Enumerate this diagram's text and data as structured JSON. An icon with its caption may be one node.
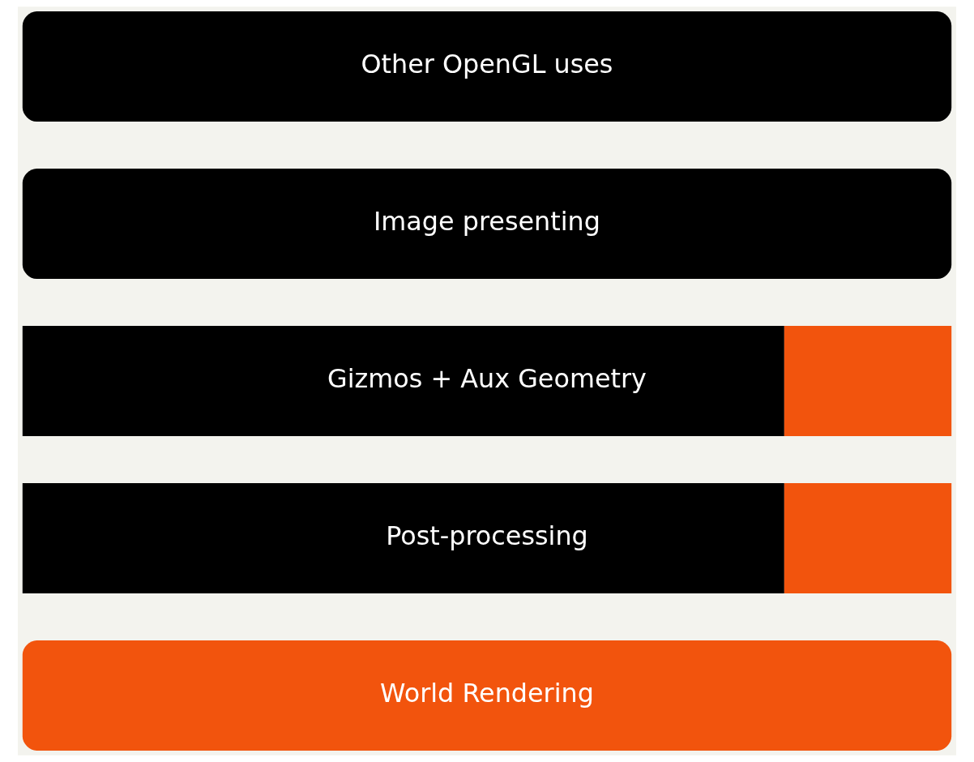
{
  "diagram": {
    "nodes": [
      {
        "text": [
          "World Rendering"
        ]
      },
      {
        "text": [
          "Post-processing"
        ]
      },
      {
        "text": [
          "Gizmos + Aux Geometry"
        ]
      },
      {
        "text": [
          "Image presenting"
        ]
      },
      {
        "text": [
          "Other OpenGL uses"
        ]
      }
    ]
  }
}
